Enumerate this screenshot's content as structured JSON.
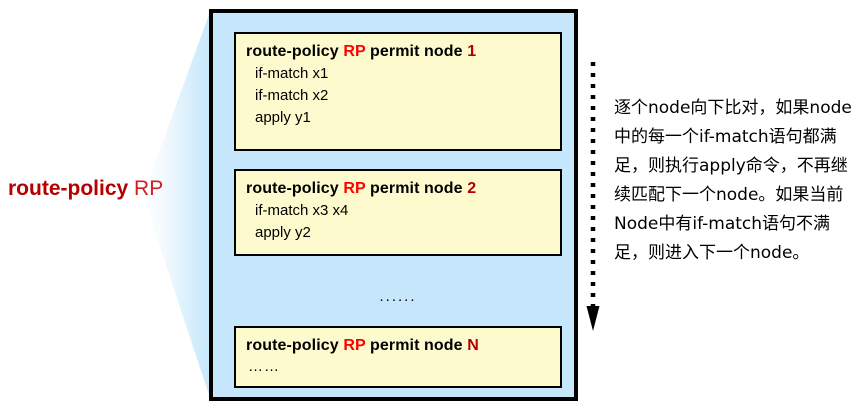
{
  "diagram": {
    "left_label": {
      "command": "route-policy",
      "policy_name": "RP"
    },
    "nodes": [
      {
        "head_command": "route-policy",
        "head_policy": "RP",
        "head_mode": "permit node",
        "head_number": "1",
        "lines": [
          "if-match x1",
          "if-match x2",
          "apply y1"
        ]
      },
      {
        "head_command": "route-policy",
        "head_policy": "RP",
        "head_mode": "permit node",
        "head_number": "2",
        "lines": [
          "if-match x3 x4",
          "apply y2"
        ]
      },
      {
        "head_command": "route-policy",
        "head_policy": "RP",
        "head_mode": "permit node",
        "head_number": "N",
        "lines": [
          "……"
        ]
      }
    ],
    "middle_ellipsis": "......",
    "flow_arrow_icon": "dotted-down-arrow-icon",
    "annotation": "逐个node向下比对，如果node中的每一个if-match语句都满足，则执行apply命令，不再继续匹配下一个node。如果当前Node中有if-match语句不满足，则进入下一个node。"
  },
  "colors": {
    "container_fill": "#c6e7fb",
    "container_border": "#000000",
    "node_fill": "#fdfbcd",
    "node_border": "#000000",
    "policy_name_red": "#ff0000",
    "node_number_red": "#b40000",
    "label_command_red": "#b40000",
    "label_name_red": "#d02020",
    "page_background": "#ffffff"
  }
}
